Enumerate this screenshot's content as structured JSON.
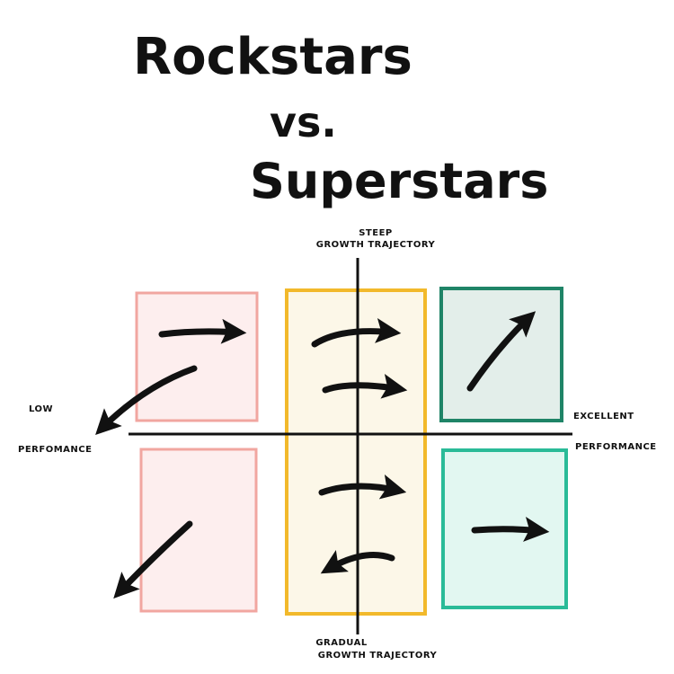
{
  "title": {
    "line1": "Rockstars",
    "line2": "vs.",
    "line3": "Superstars"
  },
  "axes": {
    "top_line1": "STEEP",
    "top_line2": "GROWTH TRAJECTORY",
    "bottom_line1": "GRADUAL",
    "bottom_line2": "GROWTH TRAJECTORY",
    "left_line1": "LOW",
    "left_line2": "PERFOMANCE",
    "right_line1": "EXCELLENT",
    "right_line2": "PERFORMANCE"
  },
  "colors": {
    "ink": "#111111",
    "low_fill": "#fdeeee",
    "low_stroke": "#f1a6a0",
    "mid_fill": "#fcf7e8",
    "mid_stroke": "#f2b92b",
    "top_right_fill": "#e3eeea",
    "top_right_stroke": "#1f8467",
    "bottom_right_fill": "#e2f7f1",
    "bottom_right_stroke": "#2abb98"
  },
  "arrow_icons": [
    "arrow-right-icon",
    "arrow-down-left-icon",
    "curved-arrow-right-icon",
    "curved-arrow-right-icon",
    "arrow-up-right-icon",
    "curved-arrow-right-icon",
    "curved-arrow-left-icon",
    "arrow-down-left-icon",
    "arrow-right-icon"
  ]
}
